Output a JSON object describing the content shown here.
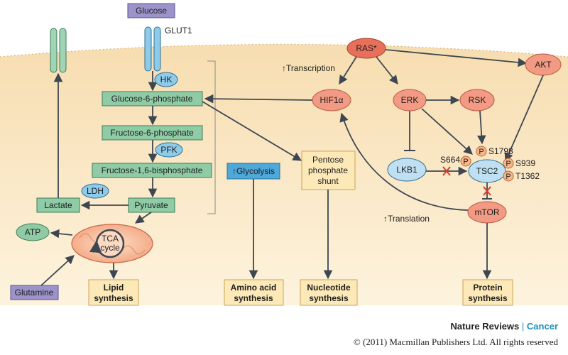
{
  "labels": {
    "glucose": "Glucose",
    "glut1": "GLUT1",
    "hk": "HK",
    "g6p": "Glucose-6-phosphate",
    "f6p": "Fructose-6-phosphate",
    "pfk": "PFK",
    "f16bp": "Fructose-1,6-bisphosphate",
    "ldh": "LDH",
    "lactate": "Lactate",
    "pyruvate": "Pyruvate",
    "atp": "ATP",
    "tca_line1": "TCA",
    "tca_line2": "cycle",
    "glutamine": "Glutamine",
    "lipid_line1": "Lipid",
    "lipid_line2": "synthesis",
    "glycolysis": "↑Glycolysis",
    "amino_line1": "Amino acid",
    "amino_line2": "synthesis",
    "pps_line1": "Pentose",
    "pps_line2": "phosphate",
    "pps_line3": "shunt",
    "nucleotide_line1": "Nucleotide",
    "nucleotide_line2": "synthesis",
    "transcription": "↑Transcription",
    "translation": "↑Translation",
    "hif1a": "HIF1α",
    "ras": "RAS*",
    "erk": "ERK",
    "rsk": "RSK",
    "akt": "AKT",
    "lkb1": "LKB1",
    "tsc2": "TSC2",
    "mtor": "mTOR",
    "p": "P",
    "s664": "S664",
    "s1798": "S1798",
    "s939": "S939",
    "t1362": "T1362",
    "protein_line1": "Protein",
    "protein_line2": "synthesis"
  },
  "footer": {
    "journal": "Nature Reviews",
    "separator": "|",
    "journal_section": "Cancer",
    "copyright": "© (2011) Macmillan Publishers Ltd. All rights reserved"
  },
  "colors": {
    "membrane": "#fbe9c6",
    "enzyme_blue": "#8ecbe9",
    "metabolite_green": "#8fcca6",
    "signal_salmon": "#f29a84",
    "output_box": "#fde9b8",
    "input_purple": "#9b93c9",
    "glycolysis_blue": "#4ea8d9",
    "inhibition_red": "#d83a2e"
  }
}
